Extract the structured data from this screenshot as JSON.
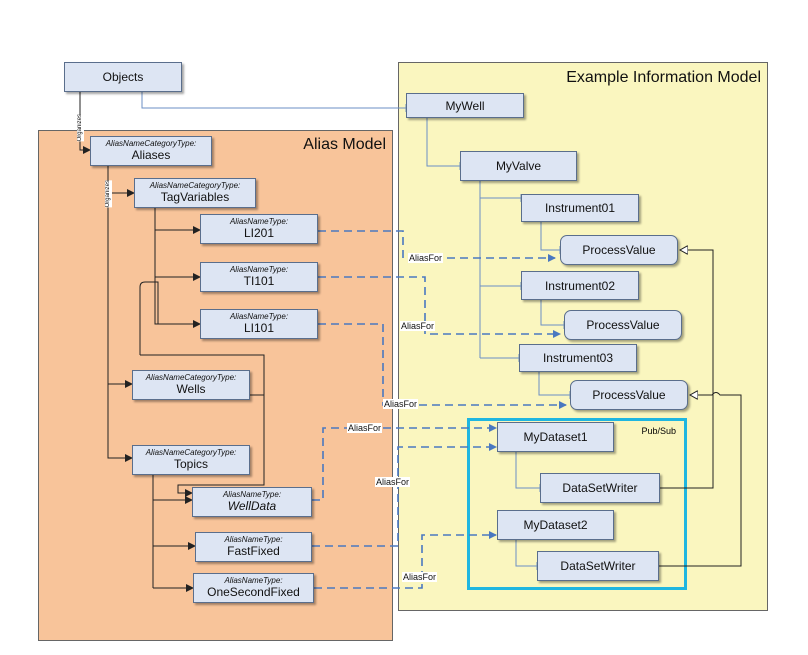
{
  "regions": {
    "alias_model": {
      "title": "Alias Model",
      "fill": "#f8c49a",
      "border": "#666666"
    },
    "example_model": {
      "title": "Example Information Model",
      "fill": "#faf6bf",
      "border": "#666666"
    },
    "pubsub": {
      "title": "Pub/Sub",
      "border": "#1fb6e0"
    }
  },
  "nodes": {
    "objects": {
      "name": "Objects"
    },
    "aliases": {
      "type": "AliasNameCategoryType:",
      "name": "Aliases"
    },
    "tagvariables": {
      "type": "AliasNameCategoryType:",
      "name": "TagVariables"
    },
    "li201": {
      "type": "AliasNameType:",
      "name": "LI201"
    },
    "ti101": {
      "type": "AliasNameType:",
      "name": "TI101"
    },
    "li101": {
      "type": "AliasNameType:",
      "name": "LI101"
    },
    "wells": {
      "type": "AliasNameCategoryType:",
      "name": "Wells"
    },
    "topics": {
      "type": "AliasNameCategoryType:",
      "name": "Topics"
    },
    "welldata": {
      "type": "AliasNameType:",
      "name": "WellData"
    },
    "fastfixed": {
      "type": "AliasNameType:",
      "name": "FastFixed"
    },
    "onesecondfixed": {
      "type": "AliasNameType:",
      "name": "OneSecondFixed"
    },
    "mywell": {
      "name": "MyWell"
    },
    "myvalve": {
      "name": "MyValve"
    },
    "instrument01": {
      "name": "Instrument01"
    },
    "processvalue1": {
      "name": "ProcessValue"
    },
    "instrument02": {
      "name": "Instrument02"
    },
    "processvalue2": {
      "name": "ProcessValue"
    },
    "instrument03": {
      "name": "Instrument03"
    },
    "processvalue3": {
      "name": "ProcessValue"
    },
    "mydataset1": {
      "name": "MyDataset1"
    },
    "datasetwriter1": {
      "name": "DataSetWriter"
    },
    "mydataset2": {
      "name": "MyDataset2"
    },
    "datasetwriter2": {
      "name": "DataSetWriter"
    }
  },
  "edge_labels": {
    "organizes": "Organizes",
    "alias_for": "AliasFor"
  },
  "colors": {
    "node_fill": "#dde5f3",
    "node_border": "#5a6e8c",
    "reference_line": "#6b8fc4",
    "alias_line": "#4a78c0",
    "hierarchy_line": "#222222"
  }
}
